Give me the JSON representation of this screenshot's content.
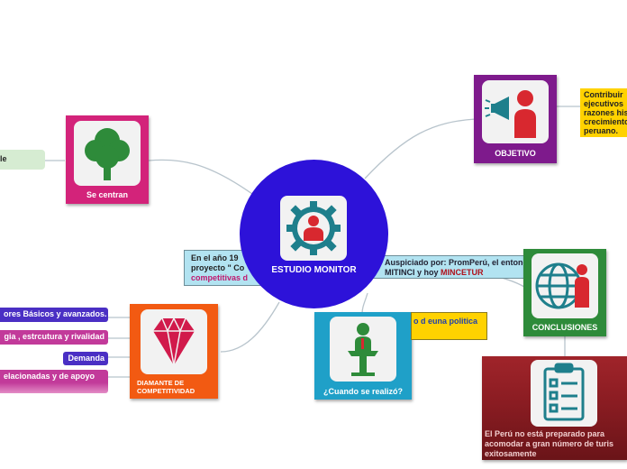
{
  "center": {
    "title": "ESTUDIO MONITOR",
    "icon": "gear-person-icon"
  },
  "nodes": {
    "se_centran": {
      "caption": "Se centran",
      "icon": "tree-icon",
      "color": "#d3237a"
    },
    "objetivo": {
      "caption": "OBJETIVO",
      "icon": "megaphone-person-icon",
      "color": "#7e1a8c"
    },
    "conclusiones": {
      "caption": "CONCLUSIONES",
      "icon": "globe-person-icon",
      "color": "#2e8b3a"
    },
    "cuando": {
      "caption": "¿Cuando se realizó?",
      "icon": "speaker-podium-icon",
      "color": "#1fa0c8"
    },
    "diamante": {
      "caption_line1": "DIAMANTE DE",
      "caption_line2": "COMPETITIVIDAD",
      "icon": "diamond-icon",
      "color": "#f25a12"
    }
  },
  "notes": {
    "se_centran_partial": "le",
    "objetivo_lines": [
      "Contribuir",
      "ejecutivos",
      "razones his",
      "crecimiento",
      "peruano."
    ],
    "en_el_ano_lines": [
      "En el año 19",
      "proyecto \" Co",
      "competitivas d"
    ],
    "auspiciado": {
      "prefix": "Auspiciado por: PromPerú, el entonces",
      "line2_prefix": "MITINCI y hoy ",
      "highlight": "MINCETUR"
    },
    "politica": "o d euna politica",
    "conclusion_text_lines": [
      "El Perú no está preparado para",
      "acomodar a gran número de turis",
      "exitosamente"
    ]
  },
  "diamante_items": [
    {
      "label": "ores Básicos y avanzados.",
      "color": "#4a2fc4"
    },
    {
      "label": "gia , estrcutura y rivalidad",
      "color": "#c23a9a"
    },
    {
      "label": "Demanda",
      "color": "#4a2fc4"
    },
    {
      "label": "elacionadas y de apoyo",
      "color": "#c23a9a"
    }
  ],
  "colors": {
    "center": "#2d12d9",
    "link": "#b8c4cc",
    "note_yellow": "#ffd200"
  }
}
